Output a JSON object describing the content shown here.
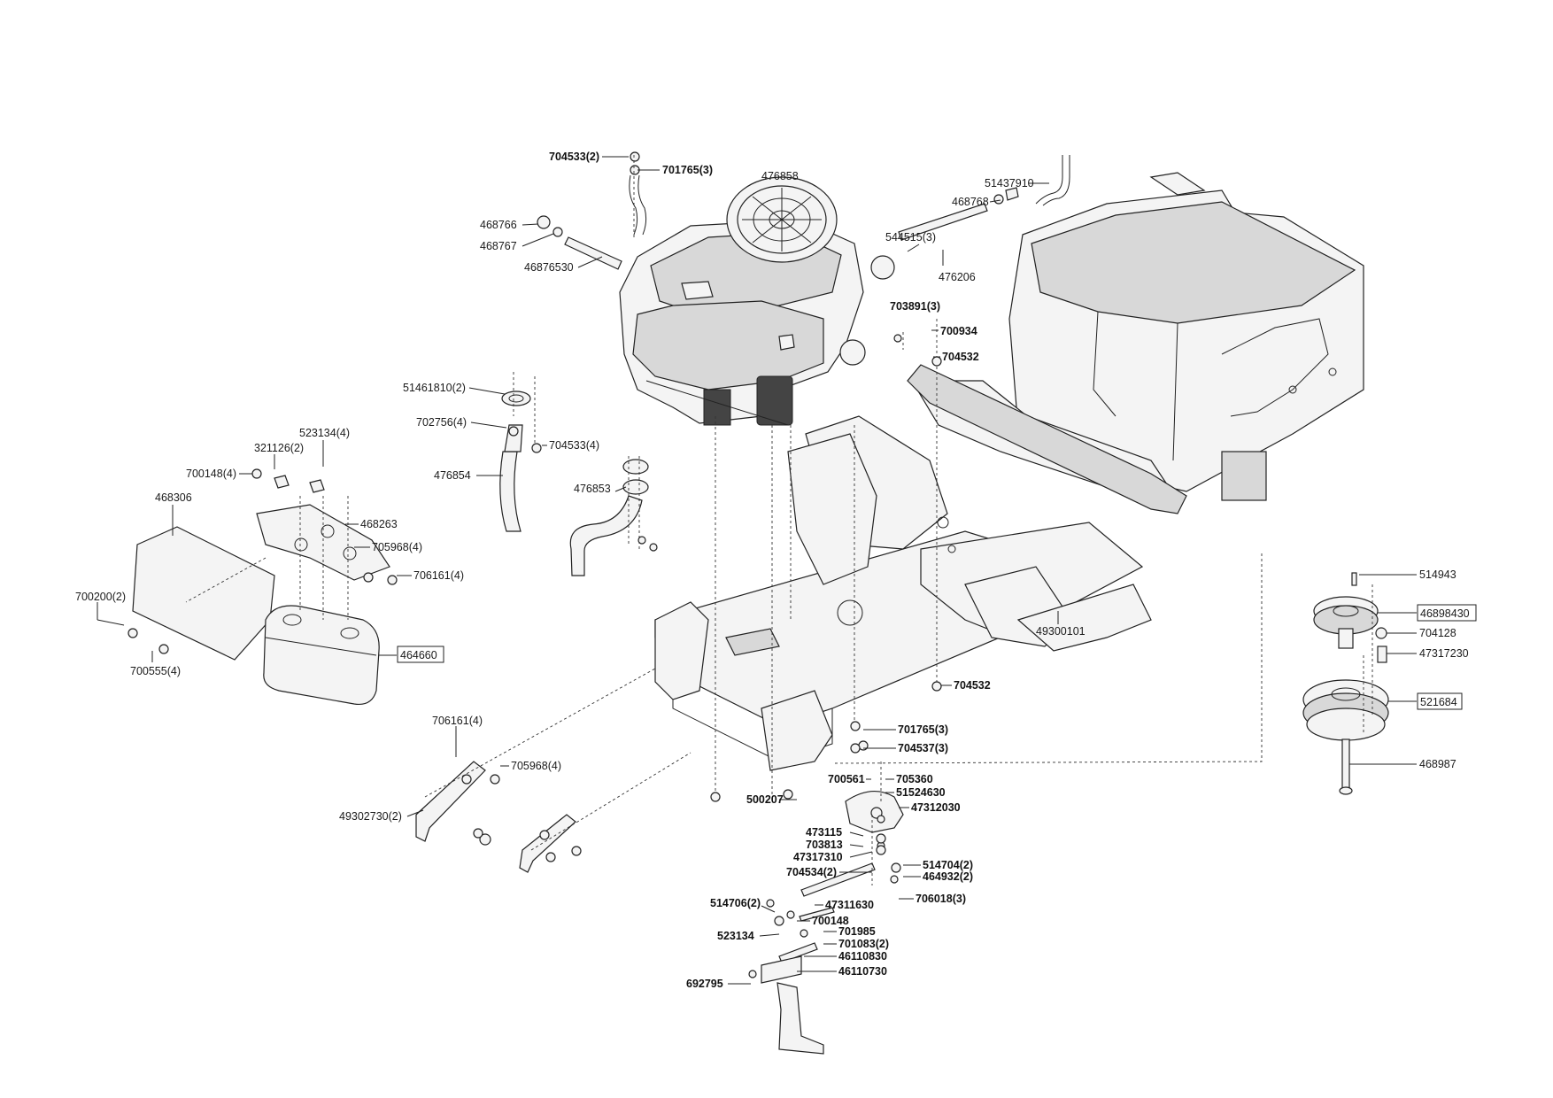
{
  "labels": {
    "l704533_2": "704533(2)",
    "l701765_3a": "701765(3)",
    "l476858": "476858",
    "l51437910": "51437910",
    "l468768": "468768",
    "l468766": "468766",
    "l468767": "468767",
    "l46876530": "46876530",
    "l544515_3": "544515(3)",
    "l476206": "476206",
    "l703891_3": "703891(3)",
    "l700934": "700934",
    "l704532a": "704532",
    "l51461810_2": "51461810(2)",
    "l702756_4": "702756(4)",
    "l704533_4": "704533(4)",
    "l523134_4": "523134(4)",
    "l321126_2": "321126(2)",
    "l700148_4": "700148(4)",
    "l476854": "476854",
    "l476853": "476853",
    "l468306": "468306",
    "l468263": "468263",
    "l705968_4a": "705968(4)",
    "l706161_4a": "706161(4)",
    "l700200_2": "700200(2)",
    "l700555_4": "700555(4)",
    "l464660": "464660",
    "l514943": "514943",
    "l46898430": "46898430",
    "l704128": "704128",
    "l47317230": "47317230",
    "l521684": "521684",
    "l468987": "468987",
    "l49300101": "49300101",
    "l704532b": "704532",
    "l701765_3b": "701765(3)",
    "l704537_3": "704537(3)",
    "l706161_4b": "706161(4)",
    "l705968_4b": "705968(4)",
    "l49302730_2": "49302730(2)",
    "l700561": "700561",
    "l705360": "705360",
    "l51524630": "51524630",
    "l500207": "500207",
    "l47312030": "47312030",
    "l473115": "473115",
    "l703813": "703813",
    "l47317310": "47317310",
    "l514704_2": "514704(2)",
    "l704534_2": "704534(2)",
    "l464932_2": "464932(2)",
    "l706018_3": "706018(3)",
    "l514706_2": "514706(2)",
    "l47311630": "47311630",
    "l700148": "700148",
    "l523134": "523134",
    "l701985": "701985",
    "l701083_2": "701083(2)",
    "l46110830": "46110830",
    "l46110730": "46110730",
    "l692795": "692795"
  }
}
